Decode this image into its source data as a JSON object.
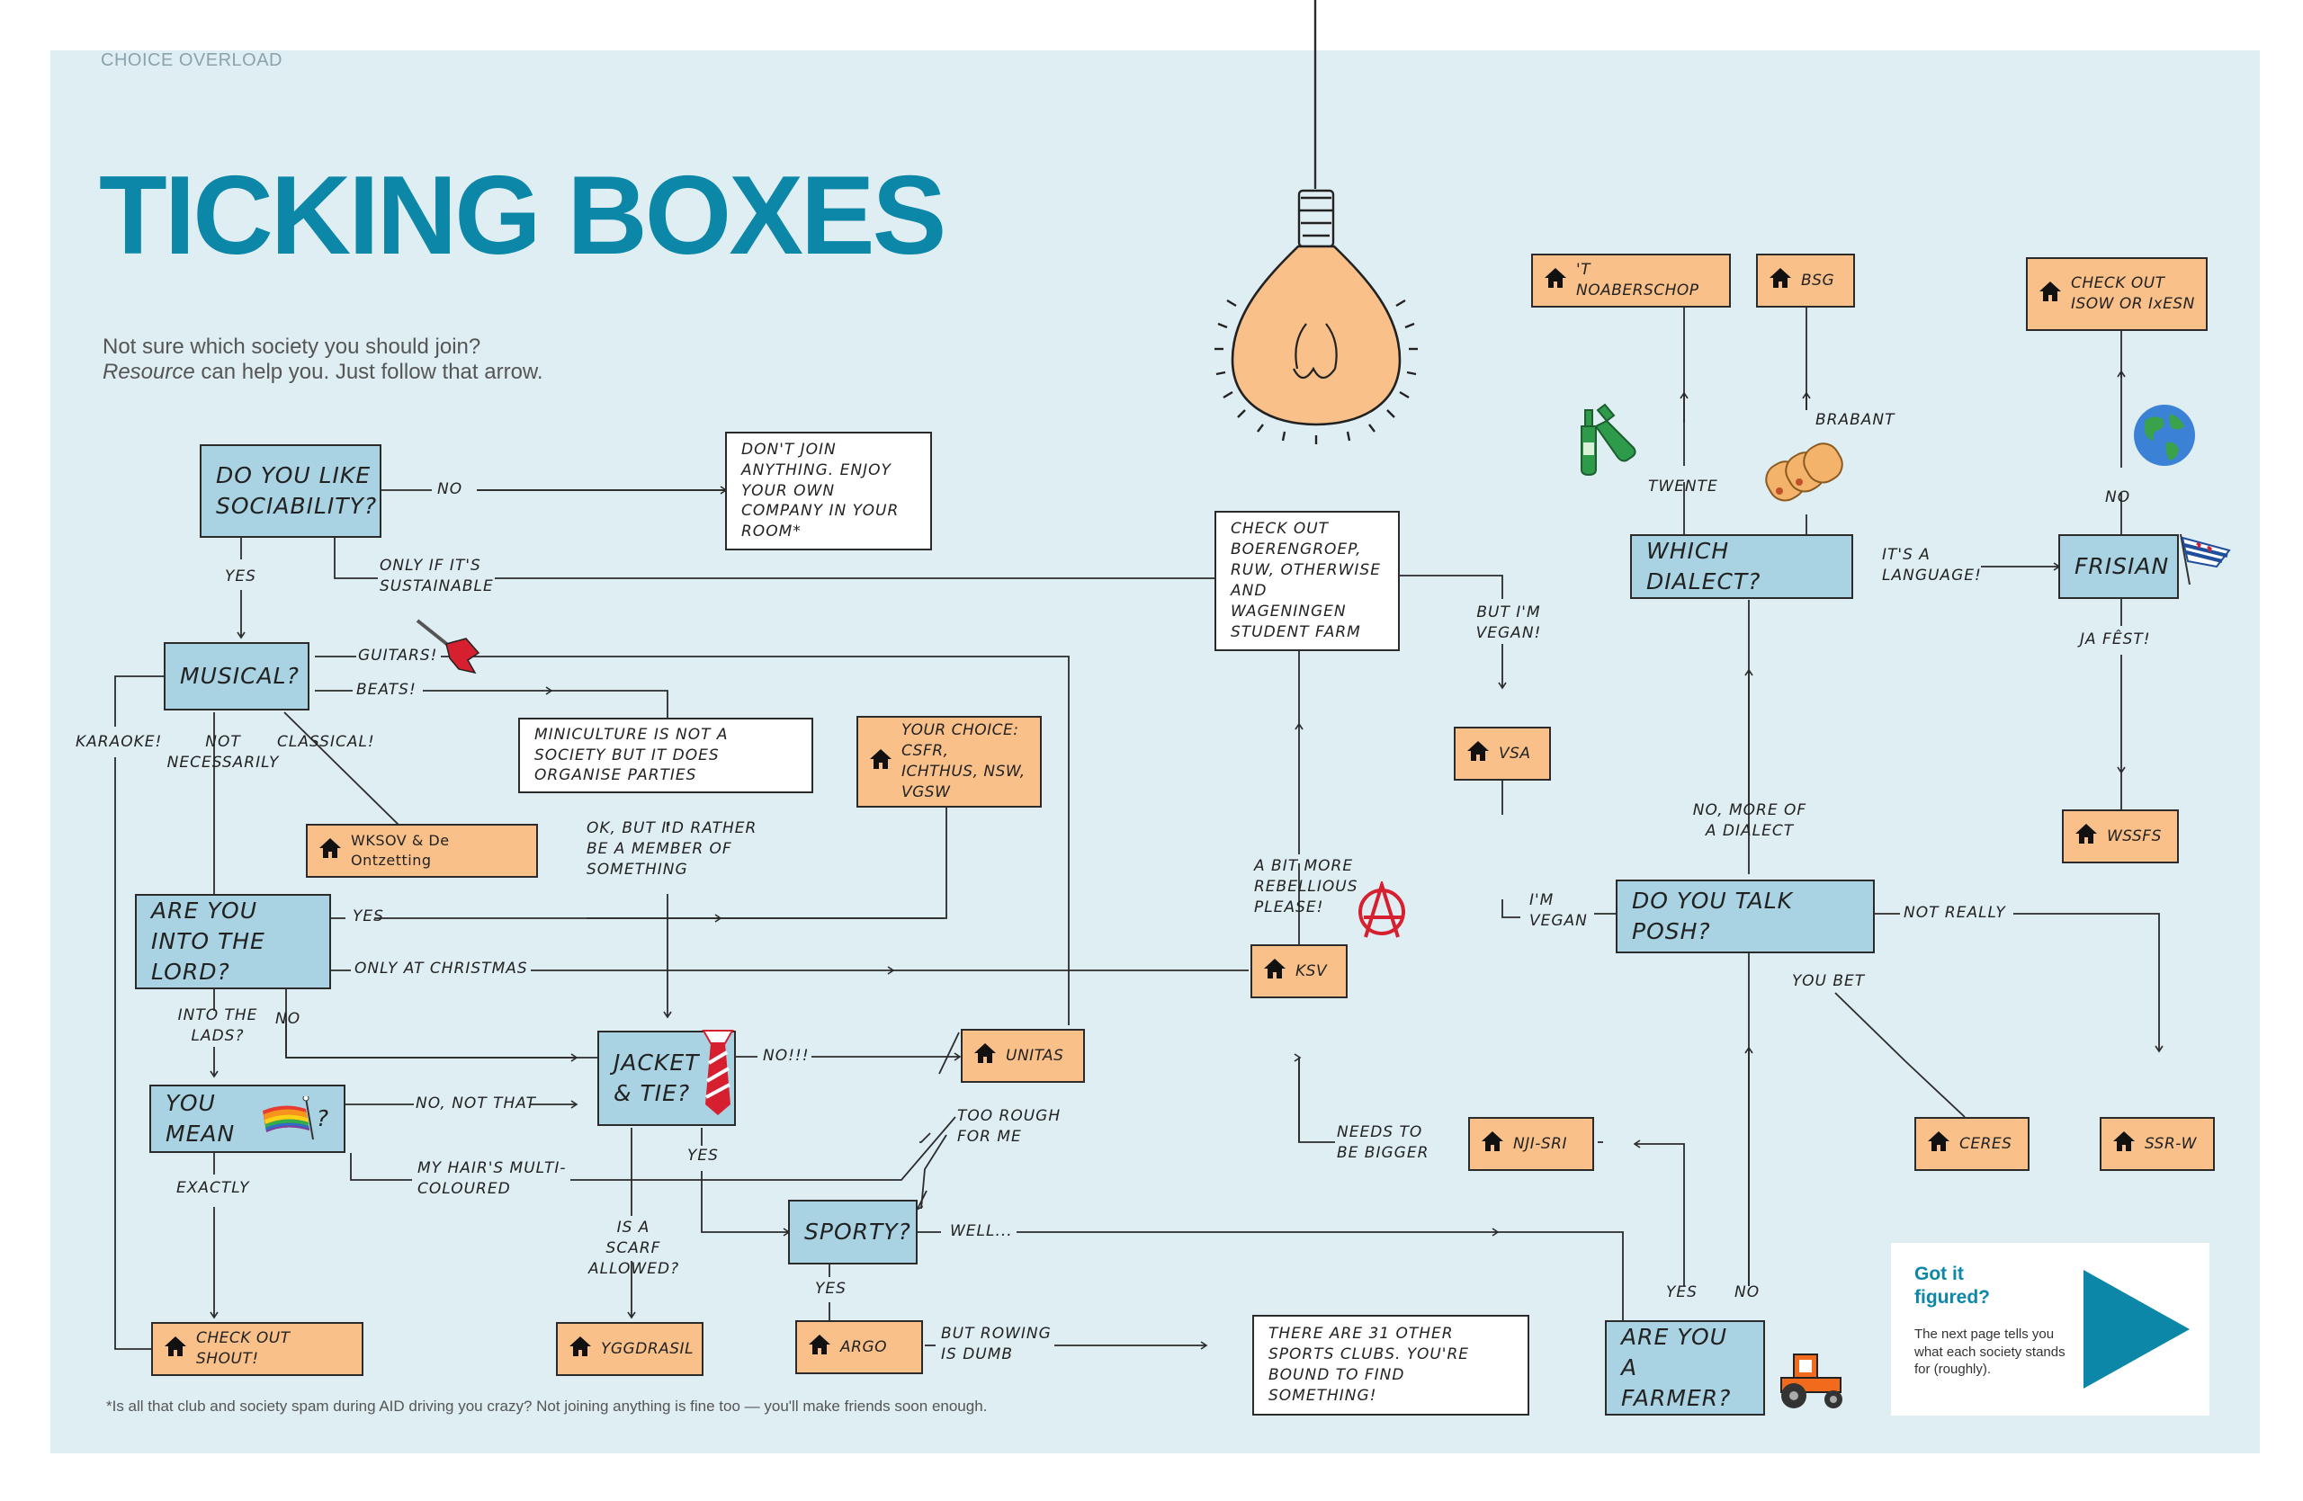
{
  "header": {
    "kicker": "CHOICE OVERLOAD",
    "title": "TICKING BOXES",
    "intro_line1": "Not sure which society you should join?",
    "intro_em": "Resource",
    "intro_line2": " can help you. Just follow that arrow."
  },
  "footnote": "*Is all that club and society spam during AID driving you crazy? Not joining anything is fine too — you'll make friends soon enough.",
  "questions": {
    "sociability": "DO YOU LIKE SOCIABILITY?",
    "musical": "MUSICAL?",
    "lord": "ARE YOU INTO THE LORD?",
    "you_mean": "YOU MEAN",
    "you_mean_mark": "?",
    "jacket": "JACKET & TIE?",
    "sporty": "SPORTY?",
    "dialect": "WHICH DIALECT?",
    "frisian": "FRISIAN",
    "posh": "DO YOU TALK POSH?",
    "farmer": "ARE YOU A FARMER?"
  },
  "notes": {
    "dont_join": "DON'T JOIN ANYTHING. ENJOY YOUR OWN COMPANY IN YOUR ROOM*",
    "boerengroep": "CHECK OUT BOERENGROEP, RUW, OTHERWISE AND WAGENINGEN STUDENT FARM",
    "miniculture": "MINICULTURE IS NOT A SOCIETY BUT IT DOES ORGANISE PARTIES",
    "sports": "THERE ARE 31 OTHER SPORTS CLUBS. YOU'RE BOUND TO FIND SOMETHING!"
  },
  "societies": {
    "noaberschop": "'T NOABERSCHOP",
    "bsg": "BSG",
    "isow": "CHECK OUT ISOW OR IxESN",
    "your_choice": "YOUR CHOICE: CSFR, ICHTHUS, NSW, VGSW",
    "wksov": "WKSOV & De Ontzetting",
    "vsa": "VSA",
    "wssfs": "WSSFS",
    "ksv": "KSV",
    "unitas": "UNITAS",
    "nji_sri": "NJI-SRI",
    "ceres": "CERES",
    "ssr_w": "SSR-W",
    "shout": "CHECK OUT SHOUT!",
    "yggdrasil": "YGGDRASIL",
    "argo": "ARGO"
  },
  "labels": {
    "no": "NO",
    "yes": "YES",
    "only_sustainable": "ONLY IF IT'S SUSTAINABLE",
    "guitars": "GUITARS!",
    "beats": "BEATS!",
    "karaoke": "KARAOKE!",
    "not_necessarily": "NOT NECESSARILY",
    "classical": "CLASSICAL!",
    "rather_member": "OK, BUT I'D RATHER BE A MEMBER OF SOMETHING",
    "lord_yes": "YES",
    "only_christmas": "ONLY AT CHRISTMAS",
    "into_lads": "INTO THE LADS?",
    "lord_no": "NO",
    "no_not_that": "NO, NOT THAT",
    "exactly": "EXACTLY",
    "hair": "MY HAIR'S MULTI-COLOURED",
    "no_exclaim": "NO!!!",
    "jacket_yes": "YES",
    "scarf": "IS A SCARF ALLOWED?",
    "too_rough": "TOO ROUGH FOR ME",
    "well": "WELL...",
    "sporty_yes": "YES",
    "rowing_dumb": "BUT ROWING IS DUMB",
    "rebellious": "A BIT MORE REBELLIOUS PLEASE!",
    "vegan_but": "BUT I'M VEGAN!",
    "im_vegan": "I'M VEGAN",
    "twente": "TWENTE",
    "brabant": "BRABANT",
    "language": "IT'S A LANGUAGE!",
    "frisian_no": "NO",
    "ja_fest": "JA FÊST!",
    "more_dialect": "NO, MORE OF A DIALECT",
    "not_really": "NOT REALLY",
    "you_bet": "YOU BET",
    "needs_bigger": "NEEDS TO BE BIGGER",
    "farmer_yes": "YES",
    "farmer_no": "NO"
  },
  "callout": {
    "title": "Got it figured?",
    "body": "The next page tells you what each society stands for (roughly)."
  },
  "colors": {
    "panel": "#dfeef3",
    "question_box": "#a9d3e2",
    "society_box": "#f9c08a",
    "accent": "#0d87a8"
  },
  "icons": [
    "house-icon",
    "lightbulb-icon",
    "guitar-icon",
    "rainbow-flag-icon",
    "tie-icon",
    "anarchy-icon",
    "beer-bottles-icon",
    "sausage-rolls-icon",
    "globe-icon",
    "frisian-flag-icon",
    "tractor-icon",
    "play-arrow-icon"
  ]
}
